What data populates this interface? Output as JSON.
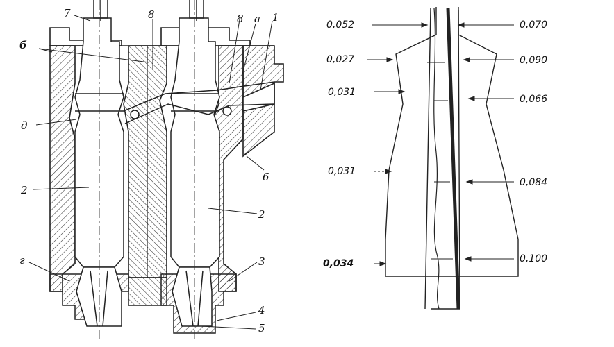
{
  "left_figure": {
    "labels": {
      "l7": "7",
      "l8a": "8",
      "l8b": "8",
      "la": "a",
      "l1": "1",
      "l6a": "б",
      "l6b": "6",
      "ld": "д",
      "l2a": "2",
      "l2b": "2",
      "lg": "г",
      "l3": "3",
      "l4": "4",
      "l5": "5"
    }
  },
  "right_figure": {
    "left_values": {
      "v1": "0,052",
      "v2": "0,027",
      "v3": "0,031",
      "v4": "0,031",
      "v5": "0,034"
    },
    "right_values": {
      "r1": "0,070",
      "r2": "0,090",
      "r3": "0,066",
      "r4": "0,084",
      "r5": "0,100"
    }
  }
}
